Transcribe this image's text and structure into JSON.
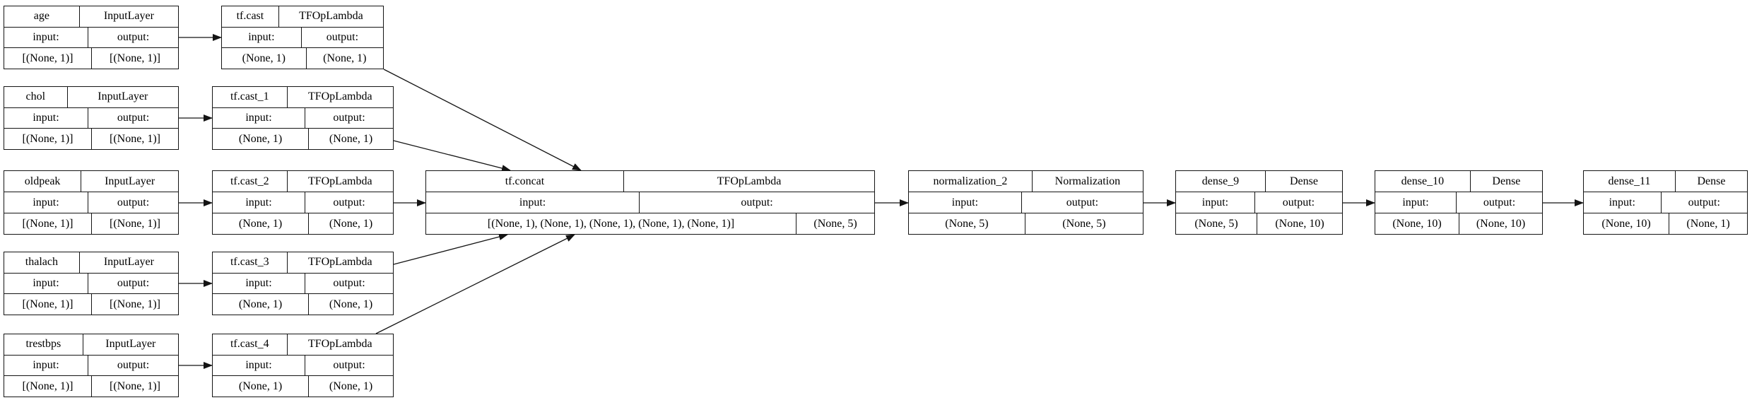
{
  "diagram": {
    "type": "keras-model-graph",
    "labels": {
      "input": "input:",
      "output": "output:"
    },
    "colors": {
      "border": "#141414",
      "background": "#ffffff",
      "text": "#000000"
    },
    "nodes": [
      {
        "id": "age",
        "name": "age",
        "class_name": "InputLayer",
        "input_shape": "[(None, 1)]",
        "output_shape": "[(None, 1)]"
      },
      {
        "id": "chol",
        "name": "chol",
        "class_name": "InputLayer",
        "input_shape": "[(None, 1)]",
        "output_shape": "[(None, 1)]"
      },
      {
        "id": "oldpeak",
        "name": "oldpeak",
        "class_name": "InputLayer",
        "input_shape": "[(None, 1)]",
        "output_shape": "[(None, 1)]"
      },
      {
        "id": "thalach",
        "name": "thalach",
        "class_name": "InputLayer",
        "input_shape": "[(None, 1)]",
        "output_shape": "[(None, 1)]"
      },
      {
        "id": "trestbps",
        "name": "trestbps",
        "class_name": "InputLayer",
        "input_shape": "[(None, 1)]",
        "output_shape": "[(None, 1)]"
      },
      {
        "id": "tf_cast",
        "name": "tf.cast",
        "class_name": "TFOpLambda",
        "input_shape": "(None, 1)",
        "output_shape": "(None, 1)"
      },
      {
        "id": "tf_cast_1",
        "name": "tf.cast_1",
        "class_name": "TFOpLambda",
        "input_shape": "(None, 1)",
        "output_shape": "(None, 1)"
      },
      {
        "id": "tf_cast_2",
        "name": "tf.cast_2",
        "class_name": "TFOpLambda",
        "input_shape": "(None, 1)",
        "output_shape": "(None, 1)"
      },
      {
        "id": "tf_cast_3",
        "name": "tf.cast_3",
        "class_name": "TFOpLambda",
        "input_shape": "(None, 1)",
        "output_shape": "(None, 1)"
      },
      {
        "id": "tf_cast_4",
        "name": "tf.cast_4",
        "class_name": "TFOpLambda",
        "input_shape": "(None, 1)",
        "output_shape": "(None, 1)"
      },
      {
        "id": "tf_concat",
        "name": "tf.concat",
        "class_name": "TFOpLambda",
        "input_shape": "[(None, 1), (None, 1), (None, 1), (None, 1), (None, 1)]",
        "output_shape": "(None, 5)"
      },
      {
        "id": "normalization_2",
        "name": "normalization_2",
        "class_name": "Normalization",
        "input_shape": "(None, 5)",
        "output_shape": "(None, 5)"
      },
      {
        "id": "dense_9",
        "name": "dense_9",
        "class_name": "Dense",
        "input_shape": "(None, 5)",
        "output_shape": "(None, 10)"
      },
      {
        "id": "dense_10",
        "name": "dense_10",
        "class_name": "Dense",
        "input_shape": "(None, 10)",
        "output_shape": "(None, 10)"
      },
      {
        "id": "dense_11",
        "name": "dense_11",
        "class_name": "Dense",
        "input_shape": "(None, 10)",
        "output_shape": "(None, 1)"
      }
    ],
    "edges": [
      {
        "from": "age",
        "to": "tf_cast"
      },
      {
        "from": "chol",
        "to": "tf_cast_1"
      },
      {
        "from": "oldpeak",
        "to": "tf_cast_2"
      },
      {
        "from": "thalach",
        "to": "tf_cast_3"
      },
      {
        "from": "trestbps",
        "to": "tf_cast_4"
      },
      {
        "from": "tf_cast",
        "to": "tf_concat"
      },
      {
        "from": "tf_cast_1",
        "to": "tf_concat"
      },
      {
        "from": "tf_cast_2",
        "to": "tf_concat"
      },
      {
        "from": "tf_cast_3",
        "to": "tf_concat"
      },
      {
        "from": "tf_cast_4",
        "to": "tf_concat"
      },
      {
        "from": "tf_concat",
        "to": "normalization_2"
      },
      {
        "from": "normalization_2",
        "to": "dense_9"
      },
      {
        "from": "dense_9",
        "to": "dense_10"
      },
      {
        "from": "dense_10",
        "to": "dense_11"
      }
    ]
  }
}
